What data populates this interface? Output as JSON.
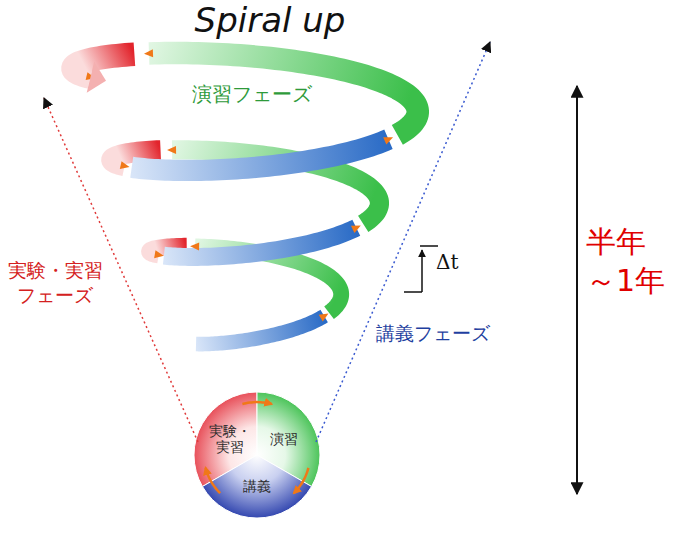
{
  "diagram": {
    "title": "Spiral up",
    "nodes": [
      {
        "text": [
          "実験・実習"
        ]
      },
      {
        "text": [
          "演習"
        ]
      },
      {
        "text": [
          "講義"
        ]
      }
    ],
    "edges": [
      {
        "from": 0,
        "to": 1,
        "arrow": "to"
      },
      {
        "from": 1,
        "to": 2,
        "arrow": "to"
      },
      {
        "from": 2,
        "to": 0,
        "arrow": "to"
      }
    ],
    "labels": [
      "演習フェーズ",
      "実験・実習 フェーズ",
      "講義フェーズ",
      "Δt",
      "半年 ～1年"
    ]
  }
}
